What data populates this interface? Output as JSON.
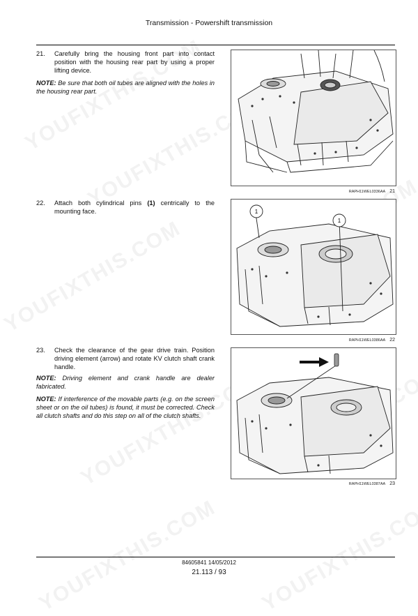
{
  "header": {
    "title": "Transmission - Powershift transmission"
  },
  "steps": [
    {
      "number": "21.",
      "text": "Carefully bring the housing front part into contact position with the housing rear part by using a proper lifting device.",
      "notes": [
        {
          "label": "NOTE:",
          "text": " Be sure that both oil tubes are aligned with the holes in the housing rear part."
        }
      ],
      "figure": {
        "code": "RAPH11WEL0336AA",
        "number": "21"
      }
    },
    {
      "number": "22.",
      "text_before": "Attach both cylindrical pins ",
      "text_bold": "(1)",
      "text_after": " centrically to the mounting face.",
      "figure": {
        "code": "RAPH11WEL0386AA",
        "number": "22",
        "callouts": [
          "1",
          "1"
        ]
      }
    },
    {
      "number": "23.",
      "text": "Check the clearance of the gear drive train. Position driving element (arrow) and rotate KV clutch shaft crank handle.",
      "notes": [
        {
          "label": "NOTE:",
          "text": " Driving element and crank handle are dealer fabricated."
        },
        {
          "label": "NOTE:",
          "text": " If interference of the movable parts (e.g. on the screen sheet or on the oil tubes) is found, it must be corrected. Check all clutch shafts and do this step on all of the clutch shafts."
        }
      ],
      "figure": {
        "code": "RAPH11WEL0387AA",
        "number": "23"
      }
    }
  ],
  "footer": {
    "doc_ref": "84605841 14/05/2012",
    "page": "21.113 / 93"
  },
  "watermark": "YOUFIXTHIS.COM"
}
